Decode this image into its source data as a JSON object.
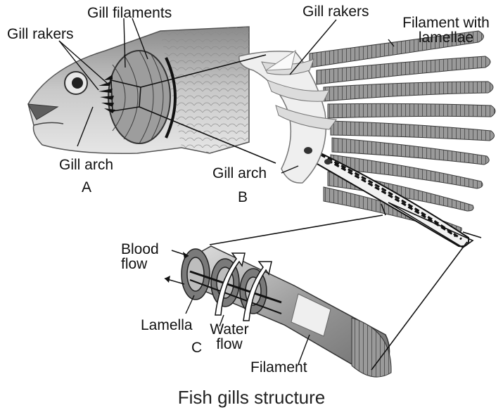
{
  "labels": {
    "gill_filaments": "Gill filaments",
    "gill_rakers_a": "Gill rakers",
    "gill_arch_a": "Gill arch",
    "panel_a": "A",
    "gill_rakers_b": "Gill rakers",
    "filament_with_lamellae_1": "Filament with",
    "filament_with_lamellae_2": "lamellae",
    "gill_arch_b": "Gill arch",
    "panel_b": "B",
    "blood_flow_1": "Blood",
    "blood_flow_2": "flow",
    "lamella": "Lamella",
    "water_flow_1": "Water",
    "water_flow_2": "flow",
    "panel_c": "C",
    "filament": "Filament"
  },
  "caption": "Fish gills structure"
}
